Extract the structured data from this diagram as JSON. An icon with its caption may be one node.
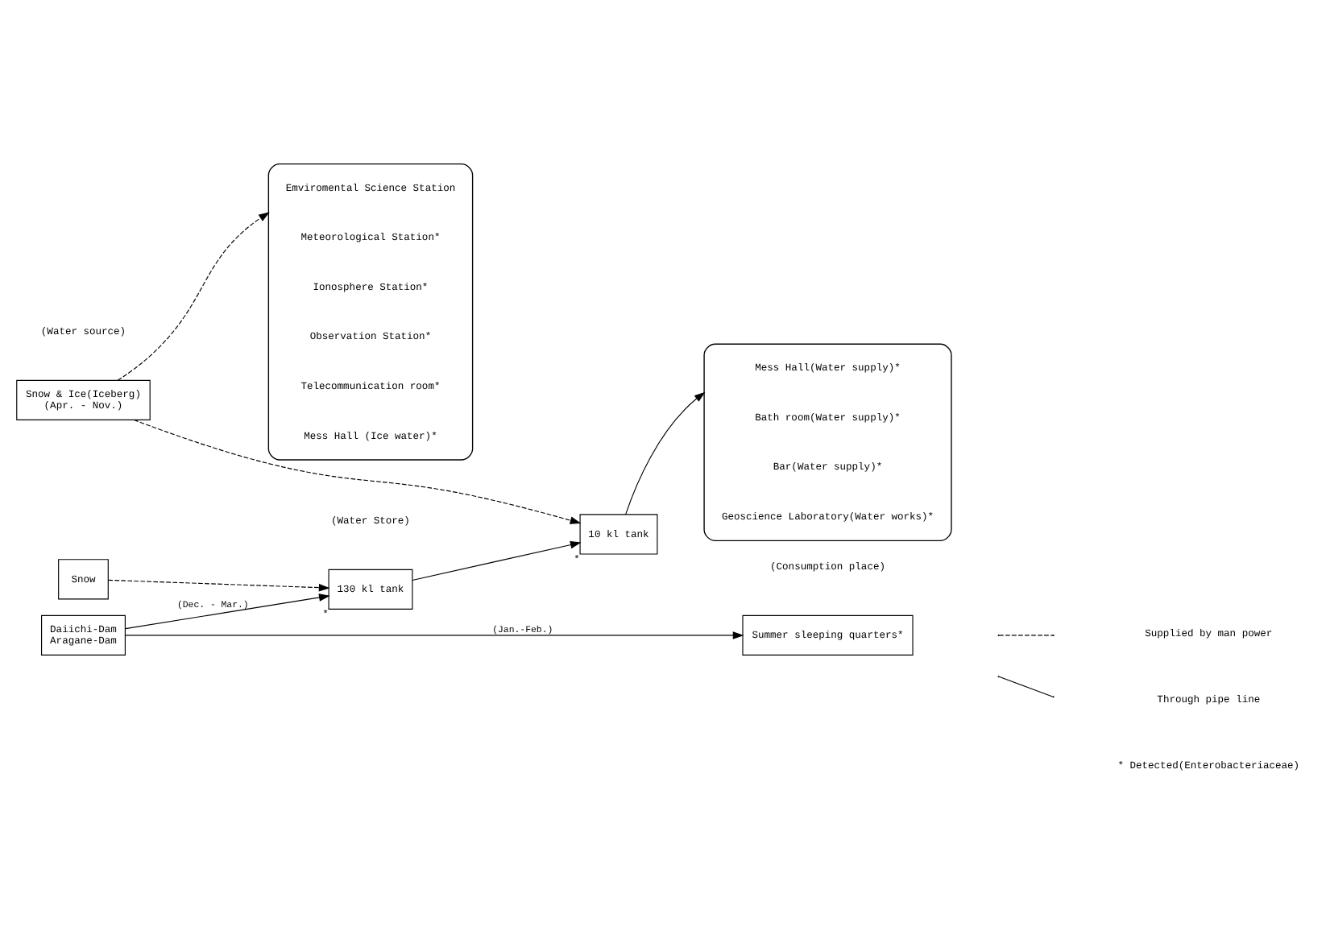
{
  "diagram": {
    "nodes": [
      {
        "text": [
          "Snow & Ice(Iceberg)",
          "(Apr. - Nov.)"
        ]
      },
      {
        "text": [
          "Snow"
        ]
      },
      {
        "text": [
          "Daiichi-Dam",
          "Aragane-Dam"
        ]
      },
      {
        "text": [
          "130 kl tank"
        ],
        "beside": [
          "*"
        ]
      },
      {
        "text": [
          "10 kl tank"
        ],
        "beside": [
          "*"
        ]
      },
      {
        "text": [],
        "shape": "brace"
      },
      {
        "text": [
          "Emviromental Science Station"
        ],
        "in": 5
      },
      {
        "text": [
          "Meteorological Station*"
        ],
        "in": 5
      },
      {
        "text": [
          "Ionosphere Station*"
        ],
        "in": 5
      },
      {
        "text": [
          "Observation Station*"
        ],
        "in": 5
      },
      {
        "text": [
          "Telecommunication room*"
        ],
        "in": 5
      },
      {
        "text": [
          "Mess Hall (Ice water)*"
        ],
        "in": 5
      },
      {
        "text": [],
        "shape": "brace"
      },
      {
        "text": [
          "Mess Hall(Water supply)*"
        ],
        "in": 12
      },
      {
        "text": [
          "Bath room(Water supply)*"
        ],
        "in": 12
      },
      {
        "text": [
          "Bar(Water supply)*"
        ],
        "in": 12
      },
      {
        "text": [
          "Geoscience Laboratory(Water works)*"
        ],
        "in": 12
      },
      {
        "text": [
          "Summer sleeping quarters*"
        ]
      }
    ],
    "edges": [
      {
        "from": 0,
        "to": 5,
        "arrow": "to",
        "style": "dashed"
      },
      {
        "from": 0,
        "to": 4,
        "arrow": "to",
        "style": "dashed"
      },
      {
        "from": 1,
        "to": 3,
        "arrow": "to",
        "style": "dashed"
      },
      {
        "from": 2,
        "to": 3,
        "arrow": "to",
        "label": "(Dec. - Mar.)"
      },
      {
        "from": 3,
        "to": 4,
        "arrow": "to"
      },
      {
        "from": 4,
        "to": 12,
        "arrow": "to"
      },
      {
        "from": 2,
        "to": 17,
        "arrow": "to",
        "label": "(Jan.-Feb.)"
      }
    ],
    "labels": [
      "(Water source)",
      "(Water Store)",
      "(Consumption place)",
      "* Detected(Enterobacteriaceae)"
    ],
    "legend": [
      {
        "text": "Supplied by man power"
      },
      {
        "text": "Through pipe line"
      }
    ]
  }
}
